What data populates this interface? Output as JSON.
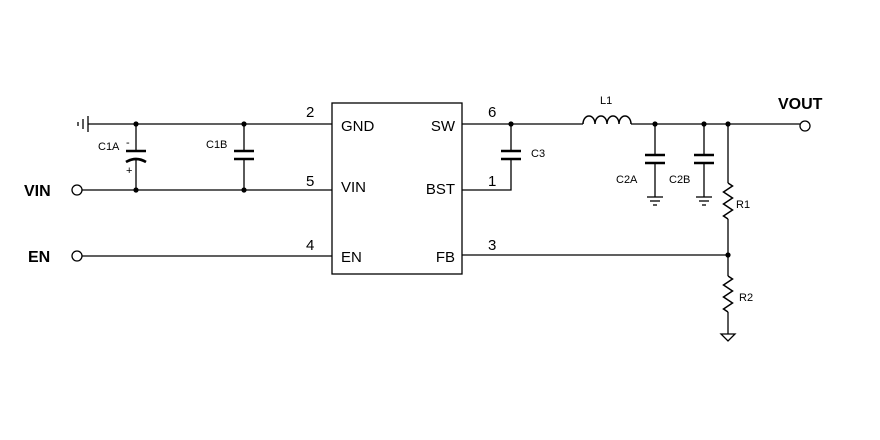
{
  "ic": {
    "pins": {
      "gnd": {
        "number": "2",
        "name": "GND"
      },
      "vin": {
        "number": "5",
        "name": "VIN"
      },
      "en": {
        "number": "4",
        "name": "EN"
      },
      "sw": {
        "number": "6",
        "name": "SW"
      },
      "bst": {
        "number": "1",
        "name": "BST"
      },
      "fb": {
        "number": "3",
        "name": "FB"
      }
    }
  },
  "nets": {
    "vin": "VIN",
    "en": "EN",
    "vout": "VOUT"
  },
  "components": {
    "c1a": {
      "ref": "C1A",
      "polarity_minus": "-",
      "polarity_plus": "+"
    },
    "c1b": {
      "ref": "C1B"
    },
    "c3": {
      "ref": "C3"
    },
    "l1": {
      "ref": "L1"
    },
    "c2a": {
      "ref": "C2A"
    },
    "c2b": {
      "ref": "C2B"
    },
    "r1": {
      "ref": "R1"
    },
    "r2": {
      "ref": "R2"
    }
  }
}
